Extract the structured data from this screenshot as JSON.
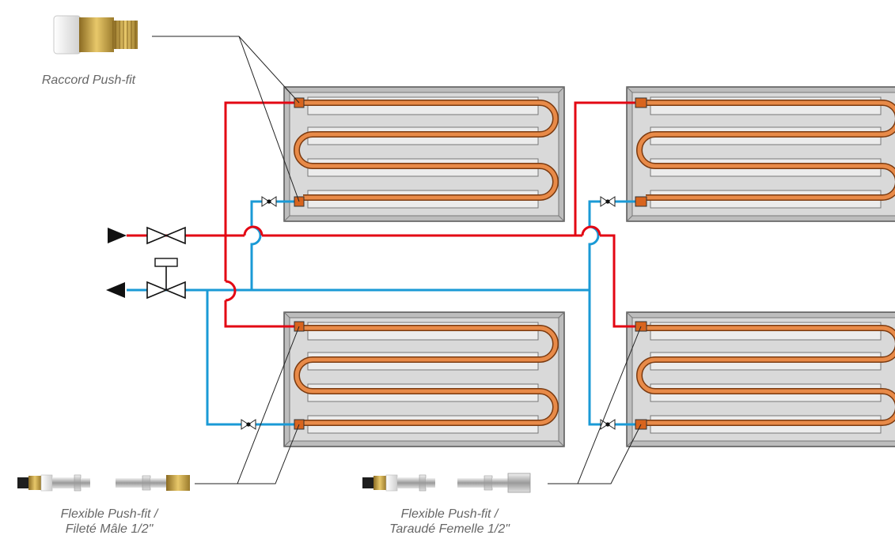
{
  "labels": {
    "push_fit": "Raccord Push-fit",
    "flex_male_line1": "Flexible Push-fit /",
    "flex_male_line2": "Fileté Mâle 1/2\"",
    "flex_female_line1": "Flexible Push-fit /",
    "flex_female_line2": "Taraudé Femelle 1/2\""
  },
  "colors": {
    "supply_pipe": "#e30613",
    "return_pipe": "#1a9ad6",
    "coil": "#e07a2c",
    "panel_fill": "#d9d9d9",
    "panel_frame": "#8c8c8c",
    "text": "#666666"
  },
  "icons": [
    "push-fit-fitting-icon",
    "flexible-hose-male-icon",
    "flexible-hose-female-icon",
    "gate-valve-icon",
    "balancing-valve-icon",
    "flow-arrow-icon"
  ]
}
